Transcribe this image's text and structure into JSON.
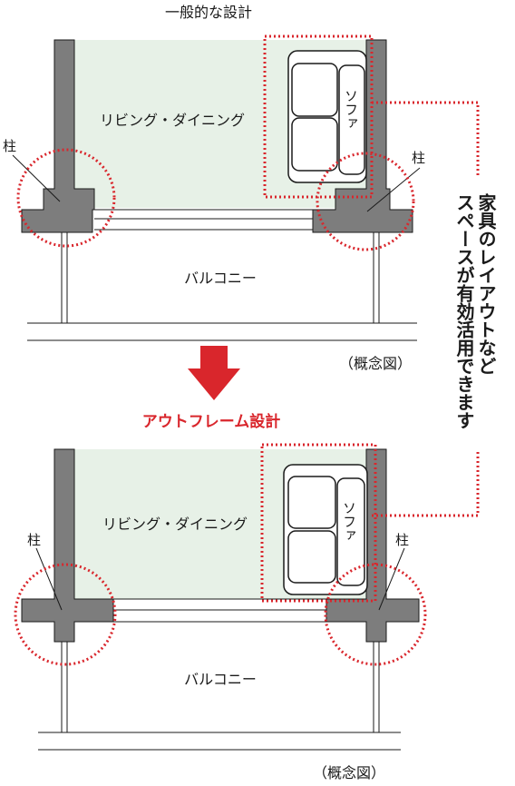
{
  "top_diagram": {
    "heading": "一般的な設計",
    "room_label": "リビング・ダイニング",
    "sofa_label": "ソファ",
    "balcony_label": "バルコニー",
    "column_label_left": "柱",
    "column_label_right": "柱",
    "caption": "（概念図）"
  },
  "bottom_diagram": {
    "heading": "アウトフレーム設計",
    "room_label": "リビング・ダイニング",
    "sofa_label": "ソファ",
    "balcony_label": "バルコニー",
    "column_label_left": "柱",
    "column_label_right": "柱",
    "caption": "（概念図）"
  },
  "callout": {
    "line1": "家具のレイアウトなど",
    "line2": "スペースが有効活用できます"
  },
  "colors": {
    "wall": "#7d7d7d",
    "room_fill": "#e7f1e7",
    "accent_red": "#d9262c",
    "line": "#1a1a1a"
  }
}
